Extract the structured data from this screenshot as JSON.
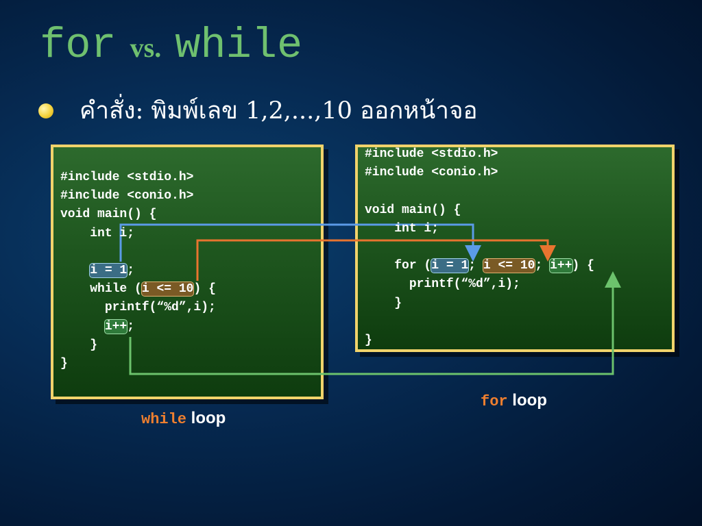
{
  "title": {
    "keyword1": "for",
    "vs": "vs.",
    "keyword2": "while"
  },
  "bullet": {
    "text": "คำสั่ง: พิมพ์เลข 1,2,...,10 ออกหน้าจอ"
  },
  "while_code": {
    "include_stdio": "#include <stdio.h>",
    "include_conio": "#include <conio.h>",
    "main_decl": "void main() {",
    "indent1": "    ",
    "decl": "int i;",
    "init": "i = 1",
    "semicolon": ";",
    "while_open": "while (",
    "cond": "i <= 10",
    "while_close": ") {",
    "indent2": "      ",
    "printf": "printf(“%d”,i);",
    "incr": "i++",
    "close_inner": "}",
    "close_outer": "}"
  },
  "for_code": {
    "include_stdio": "#include <stdio.h>",
    "include_conio": "#include <conio.h>",
    "main_decl": "void main() {",
    "indent1": "    ",
    "decl": "int i;",
    "for_open": "for (",
    "init": "i = 1",
    "sep": "; ",
    "cond": "i <= 10",
    "incr": "i++",
    "for_close": ") {",
    "indent2": "      ",
    "printf": "printf(“%d”,i);",
    "close_inner": "}",
    "close_outer": "}"
  },
  "captions": {
    "while_keyword": "while",
    "while_word": " loop",
    "for_keyword": "for",
    "for_word": " loop"
  },
  "colors": {
    "arrow_init": "#5b9be8",
    "arrow_cond": "#e8742f",
    "arrow_incr": "#6cc26c"
  }
}
